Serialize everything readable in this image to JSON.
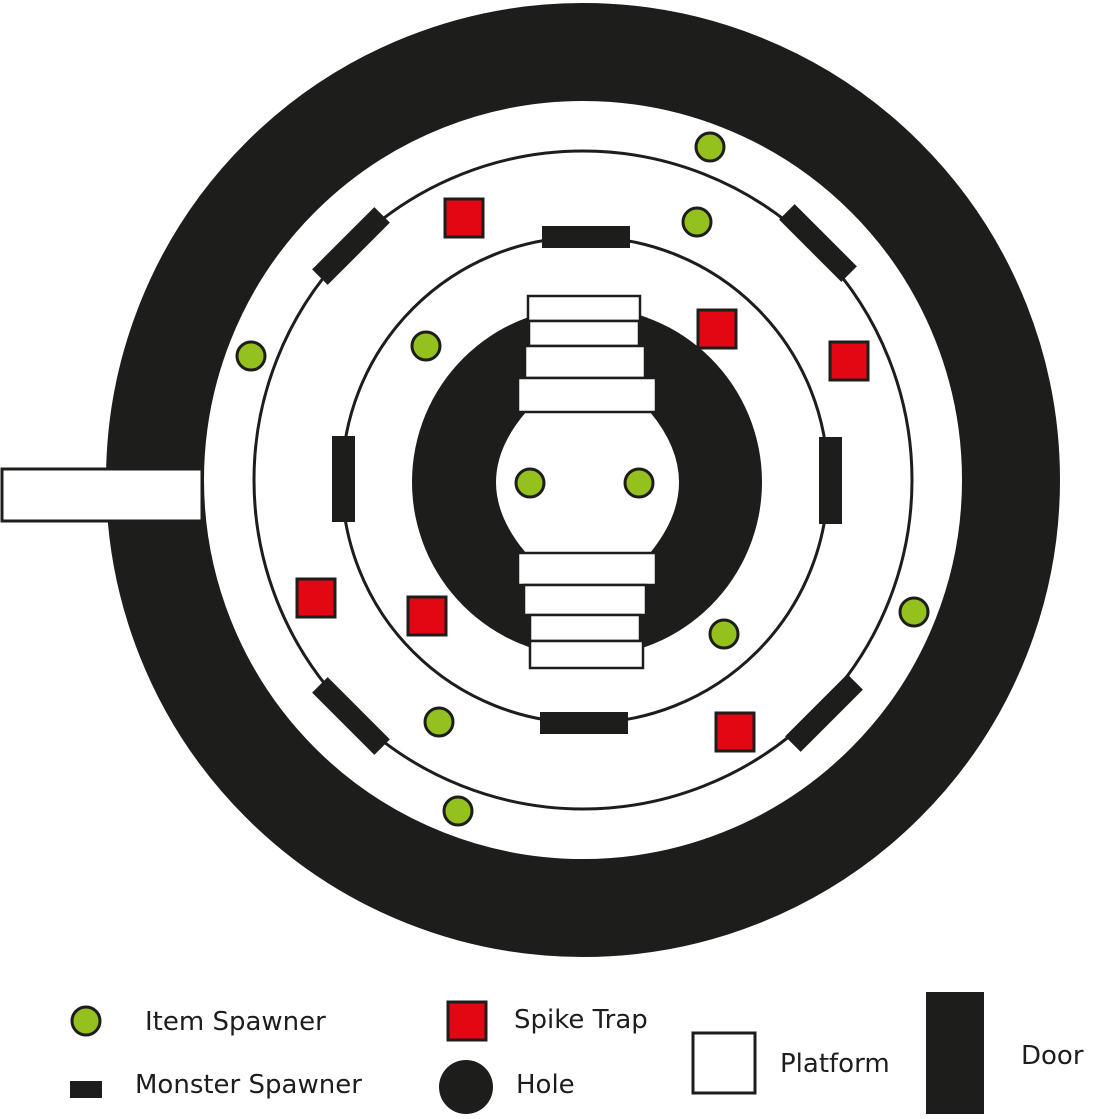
{
  "colors": {
    "dark": "#1d1d1b",
    "item_spawner": "#95c11f",
    "spike_trap": "#e30613",
    "background": "#ffffff"
  },
  "legend": {
    "item_spawner": "Item Spawner",
    "monster_spawner": "Monster Spawner",
    "spike_trap": "Spike Trap",
    "hole": "Hole",
    "platform": "Platform",
    "door": "Door"
  }
}
